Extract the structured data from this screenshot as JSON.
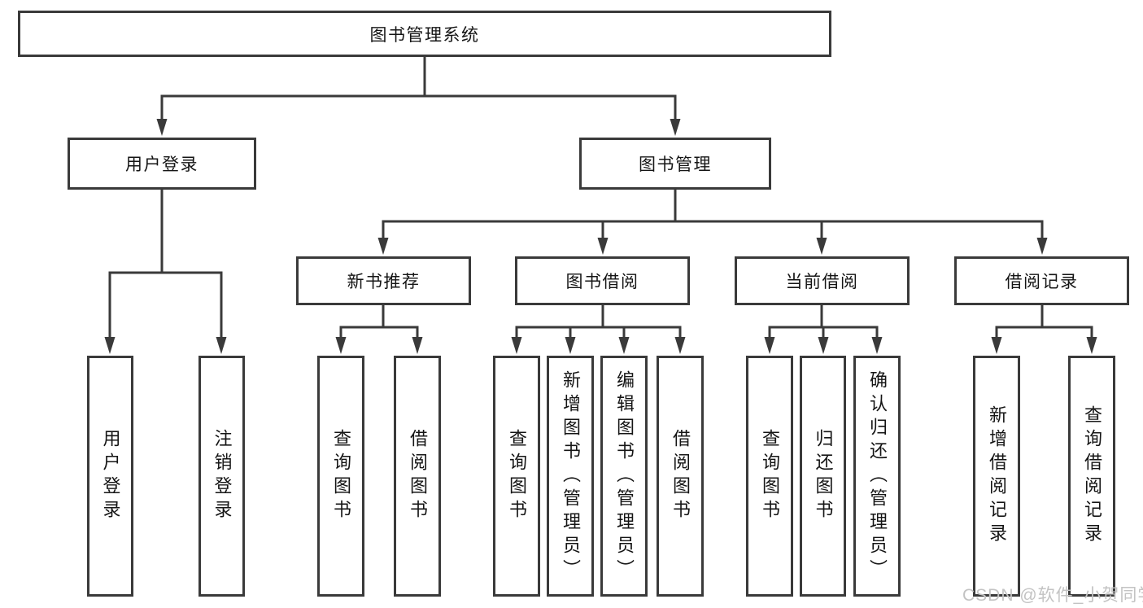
{
  "nodes": {
    "root": "图书管理系统",
    "user_login": "用户登录",
    "book_mgmt": "图书管理",
    "new_book_rec": "新书推荐",
    "book_borrow": "图书借阅",
    "current_borrow": "当前借阅",
    "borrow_records": "借阅记录",
    "leaf_user_login": "用户登录",
    "leaf_logout": "注销登录",
    "leaf_nb_query": "查询图书",
    "leaf_nb_borrow": "借阅图书",
    "leaf_bb_query": "查询图书",
    "leaf_bb_add": "新增图书（管理员）",
    "leaf_bb_edit": "编辑图书（管理员）",
    "leaf_bb_borrow": "借阅图书",
    "leaf_cb_query": "查询图书",
    "leaf_cb_return": "归还图书",
    "leaf_cb_confirm": "确认归还（管理员）",
    "leaf_br_add": "新增借阅记录",
    "leaf_br_query": "查询借阅记录"
  },
  "watermark": "CSDN @软件_小贺同学",
  "colors": {
    "line": "#3a3a3a",
    "text": "#151515",
    "watermark": "#c3c3c3",
    "background": "#ffffff"
  }
}
